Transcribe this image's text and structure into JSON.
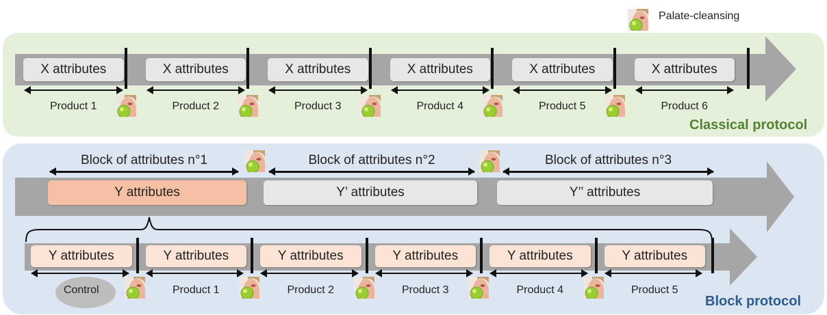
{
  "legend": {
    "icon": "apple-bite-icon",
    "label": "Palate-cleansing"
  },
  "classical": {
    "title": "Classical protocol",
    "title_color": "#548235",
    "steps": [
      {
        "box": "X attributes",
        "product": "Product 1"
      },
      {
        "box": "X attributes",
        "product": "Product 2"
      },
      {
        "box": "X attributes",
        "product": "Product 3"
      },
      {
        "box": "X attributes",
        "product": "Product 4"
      },
      {
        "box": "X attributes",
        "product": "Product 5"
      },
      {
        "box": "X attributes",
        "product": "Product 6"
      }
    ]
  },
  "block": {
    "title": "Block protocol",
    "title_color": "#2e5c8a",
    "blocks": [
      {
        "label": "Block of attributes n°1",
        "box": "Y attributes"
      },
      {
        "label": "Block of attributes n°2",
        "box": "Y’ attributes"
      },
      {
        "label": "Block of attributes n°3",
        "box": "Y’’ attributes"
      }
    ],
    "detail_steps": [
      {
        "box": "Y attributes",
        "product": "Control"
      },
      {
        "box": "Y attributes",
        "product": "Product 1"
      },
      {
        "box": "Y attributes",
        "product": "Product 2"
      },
      {
        "box": "Y attributes",
        "product": "Product 3"
      },
      {
        "box": "Y attributes",
        "product": "Product 4"
      },
      {
        "box": "Y attributes",
        "product": "Product 5"
      }
    ]
  },
  "colors": {
    "classical_bg": "#e5f0da",
    "block_bg": "#dce6f2",
    "arrow": "#a6a6a6",
    "box_grey": "#e7e7e7",
    "box_peach": "#fbe3d5",
    "box_orange": "#f5c0a3",
    "control_oval": "#bdbdbd"
  }
}
